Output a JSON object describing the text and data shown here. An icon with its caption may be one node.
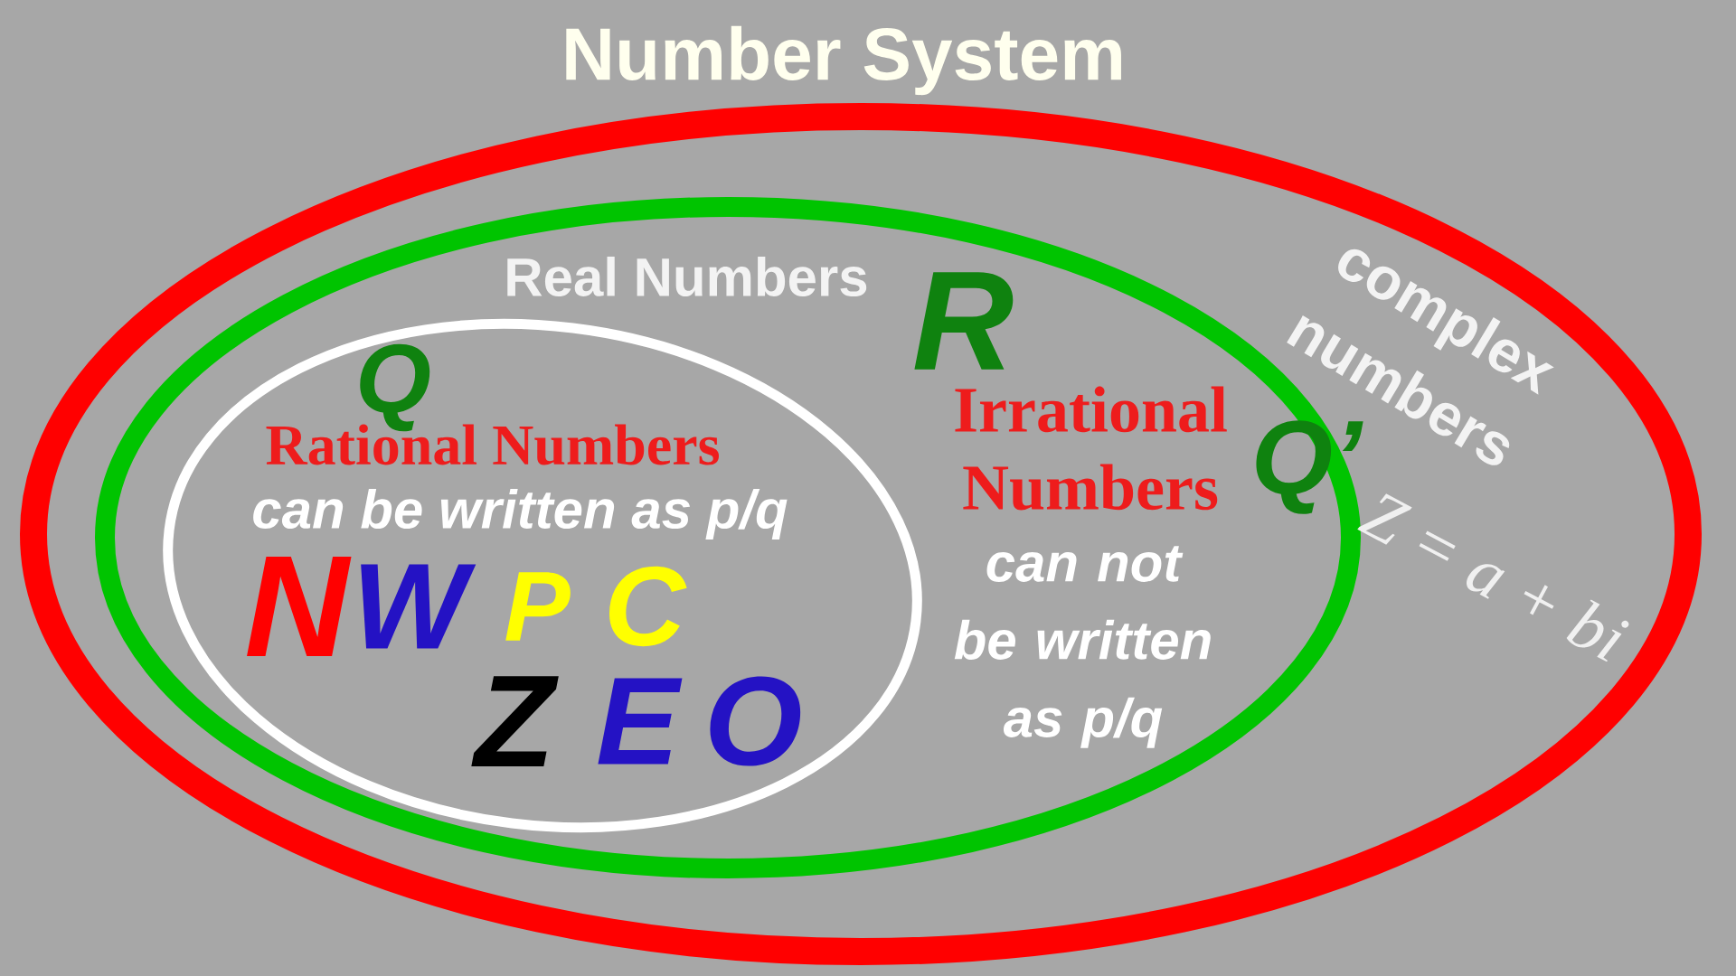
{
  "diagram": {
    "title": "Number System",
    "nodes": [
      {
        "text": [
          "complex numbers",
          "Z = a + bi"
        ]
      },
      {
        "text": [
          "Real Numbers",
          "R",
          "Irrational Numbers",
          "can not be written as p/q",
          "Q’"
        ],
        "in": 0
      },
      {
        "text": [
          "Q",
          "Rational Numbers",
          "can be written as p/q",
          "N",
          "W",
          "P",
          "C",
          "Z",
          "E",
          "O"
        ],
        "in": 1
      }
    ]
  }
}
